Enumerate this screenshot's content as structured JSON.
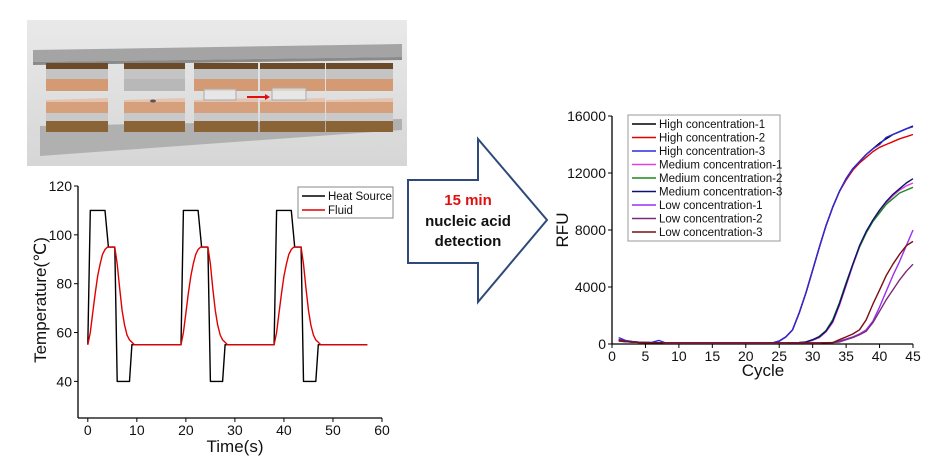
{
  "arrow": {
    "highlight": "15 min",
    "line1": "nucleic acid",
    "line2": "detection",
    "highlight_color": "#e01010",
    "border_color": "#2f4a7a"
  },
  "device_illustration": {
    "description_color_plates": "#a8a8a8",
    "copper": "#d9a07a",
    "wood": "#8a6a3c"
  },
  "chart_data": [
    {
      "type": "line",
      "xlabel": "Time(s)",
      "ylabel": "Temperature(℃)",
      "xlim": [
        -2,
        60
      ],
      "ylim": [
        25,
        120
      ],
      "xticks": [
        0,
        10,
        20,
        30,
        40,
        50,
        60
      ],
      "yticks": [
        40,
        60,
        80,
        100,
        120
      ],
      "legend": "top-right",
      "series": [
        {
          "name": "Heat Source",
          "color": "#000000",
          "points": [
            [
              0,
              55
            ],
            [
              0.5,
              110
            ],
            [
              3.5,
              110
            ],
            [
              4.2,
              95
            ],
            [
              5.5,
              95
            ],
            [
              6,
              40
            ],
            [
              8.5,
              40
            ],
            [
              9,
              55
            ],
            [
              19,
              55
            ],
            [
              19.5,
              110
            ],
            [
              22.5,
              110
            ],
            [
              23.2,
              95
            ],
            [
              24.5,
              95
            ],
            [
              25,
              40
            ],
            [
              27.5,
              40
            ],
            [
              28,
              55
            ],
            [
              38,
              55
            ],
            [
              38.5,
              110
            ],
            [
              41.5,
              110
            ],
            [
              42.2,
              95
            ],
            [
              43.5,
              95
            ],
            [
              44,
              40
            ],
            [
              46.5,
              40
            ],
            [
              47,
              55
            ],
            [
              57,
              55
            ]
          ]
        },
        {
          "name": "Fluid",
          "color": "#e00000",
          "points": [
            [
              0,
              55
            ],
            [
              0.5,
              60
            ],
            [
              1,
              68
            ],
            [
              1.5,
              76
            ],
            [
              2,
              83
            ],
            [
              2.5,
              88
            ],
            [
              3,
              92
            ],
            [
              3.5,
              94
            ],
            [
              4,
              95
            ],
            [
              5.5,
              95
            ],
            [
              6,
              88
            ],
            [
              6.5,
              78
            ],
            [
              7,
              69
            ],
            [
              7.5,
              63
            ],
            [
              8,
              59
            ],
            [
              8.5,
              57
            ],
            [
              9,
              56
            ],
            [
              9.5,
              55
            ],
            [
              19,
              55
            ],
            [
              19.5,
              60
            ],
            [
              20,
              68
            ],
            [
              20.5,
              76
            ],
            [
              21,
              83
            ],
            [
              21.5,
              88
            ],
            [
              22,
              92
            ],
            [
              22.5,
              94
            ],
            [
              23,
              95
            ],
            [
              24.5,
              95
            ],
            [
              25,
              88
            ],
            [
              25.5,
              78
            ],
            [
              26,
              69
            ],
            [
              26.5,
              63
            ],
            [
              27,
              59
            ],
            [
              27.5,
              57
            ],
            [
              28,
              56
            ],
            [
              28.5,
              55
            ],
            [
              38,
              55
            ],
            [
              38.5,
              60
            ],
            [
              39,
              68
            ],
            [
              39.5,
              76
            ],
            [
              40,
              83
            ],
            [
              40.5,
              88
            ],
            [
              41,
              92
            ],
            [
              41.5,
              94
            ],
            [
              42,
              95
            ],
            [
              43.5,
              95
            ],
            [
              44,
              88
            ],
            [
              44.5,
              78
            ],
            [
              45,
              69
            ],
            [
              45.5,
              63
            ],
            [
              46,
              59
            ],
            [
              46.5,
              57
            ],
            [
              47,
              56
            ],
            [
              47.5,
              55
            ],
            [
              57,
              55
            ]
          ]
        }
      ]
    },
    {
      "type": "line",
      "xlabel": "Cycle",
      "ylabel": "RFU",
      "xlim": [
        0,
        45
      ],
      "ylim": [
        0,
        16000
      ],
      "xticks": [
        0,
        5,
        10,
        15,
        20,
        25,
        30,
        35,
        40,
        45
      ],
      "yticks": [
        0,
        4000,
        8000,
        12000,
        16000
      ],
      "legend": "top-left",
      "x_start": 1,
      "series": [
        {
          "name": "High concentration-1",
          "color": "#000000",
          "values": [
            300,
            200,
            150,
            120,
            100,
            90,
            90,
            80,
            80,
            80,
            80,
            80,
            80,
            80,
            80,
            80,
            80,
            80,
            80,
            80,
            80,
            80,
            80,
            80,
            200,
            500,
            1000,
            2200,
            3600,
            5200,
            6800,
            8300,
            9600,
            10700,
            11600,
            12300,
            12800,
            13300,
            13700,
            14100,
            14400,
            14700,
            14900,
            15100,
            15300
          ]
        },
        {
          "name": "High concentration-2",
          "color": "#e00000",
          "values": [
            300,
            200,
            150,
            120,
            100,
            90,
            90,
            80,
            80,
            80,
            80,
            80,
            80,
            80,
            80,
            80,
            80,
            80,
            80,
            80,
            80,
            80,
            80,
            80,
            200,
            500,
            1000,
            2200,
            3600,
            5200,
            6800,
            8300,
            9600,
            10700,
            11500,
            12200,
            12700,
            13100,
            13500,
            13800,
            14000,
            14200,
            14400,
            14550,
            14700
          ]
        },
        {
          "name": "High concentration-3",
          "color": "#2a2ae0",
          "values": [
            450,
            250,
            180,
            130,
            100,
            120,
            250,
            80,
            80,
            80,
            80,
            80,
            80,
            80,
            80,
            80,
            80,
            80,
            80,
            80,
            80,
            80,
            80,
            80,
            200,
            500,
            1000,
            2200,
            3600,
            5200,
            6800,
            8300,
            9600,
            10700,
            11600,
            12300,
            12800,
            13300,
            13700,
            14000,
            14500,
            14700,
            14900,
            15100,
            15250
          ]
        },
        {
          "name": "Medium concentration-1",
          "color": "#e040e0",
          "values": [
            250,
            180,
            140,
            110,
            100,
            90,
            90,
            80,
            80,
            80,
            80,
            80,
            80,
            80,
            80,
            80,
            80,
            80,
            80,
            80,
            80,
            80,
            80,
            80,
            80,
            80,
            90,
            100,
            130,
            250,
            450,
            850,
            1500,
            2700,
            4100,
            5500,
            6800,
            7800,
            8600,
            9300,
            9900,
            10400,
            10800,
            11100,
            11300
          ]
        },
        {
          "name": "Medium concentration-2",
          "color": "#1a8a1a",
          "values": [
            250,
            180,
            140,
            110,
            100,
            90,
            90,
            80,
            80,
            80,
            80,
            80,
            80,
            80,
            80,
            80,
            80,
            80,
            80,
            80,
            80,
            80,
            80,
            80,
            80,
            80,
            90,
            100,
            150,
            300,
            550,
            950,
            1700,
            2900,
            4300,
            5600,
            6800,
            7800,
            8600,
            9200,
            9800,
            10200,
            10600,
            10800,
            11000
          ]
        },
        {
          "name": "Medium concentration-3",
          "color": "#101070",
          "values": [
            250,
            180,
            140,
            110,
            100,
            90,
            90,
            80,
            80,
            80,
            80,
            80,
            80,
            80,
            80,
            80,
            80,
            80,
            80,
            80,
            80,
            80,
            80,
            80,
            80,
            80,
            90,
            100,
            150,
            300,
            500,
            900,
            1600,
            2800,
            4200,
            5600,
            6900,
            7900,
            8700,
            9400,
            10000,
            10500,
            10900,
            11300,
            11600
          ]
        },
        {
          "name": "Low concentration-1",
          "color": "#9a30f0",
          "values": [
            200,
            160,
            130,
            110,
            100,
            90,
            90,
            80,
            80,
            80,
            80,
            80,
            80,
            80,
            80,
            80,
            80,
            80,
            80,
            80,
            80,
            80,
            80,
            80,
            80,
            80,
            80,
            80,
            80,
            80,
            80,
            90,
            100,
            200,
            350,
            500,
            700,
            1000,
            1600,
            2600,
            3700,
            4800,
            5800,
            6900,
            8000
          ]
        },
        {
          "name": "Low concentration-2",
          "color": "#7a2a7a",
          "values": [
            200,
            160,
            130,
            110,
            100,
            90,
            90,
            80,
            80,
            80,
            80,
            80,
            80,
            80,
            80,
            80,
            80,
            80,
            80,
            80,
            80,
            80,
            80,
            80,
            80,
            80,
            80,
            80,
            80,
            80,
            80,
            90,
            100,
            150,
            300,
            450,
            650,
            900,
            1500,
            2300,
            3100,
            3800,
            4500,
            5100,
            5600
          ]
        },
        {
          "name": "Low concentration-3",
          "color": "#7a1010",
          "values": [
            250,
            180,
            140,
            110,
            100,
            90,
            90,
            80,
            80,
            80,
            80,
            80,
            80,
            80,
            80,
            80,
            80,
            80,
            80,
            80,
            80,
            80,
            80,
            80,
            80,
            80,
            80,
            80,
            80,
            80,
            80,
            90,
            100,
            300,
            500,
            700,
            1000,
            1700,
            2800,
            3800,
            4800,
            5600,
            6300,
            6900,
            7200
          ]
        }
      ]
    }
  ]
}
